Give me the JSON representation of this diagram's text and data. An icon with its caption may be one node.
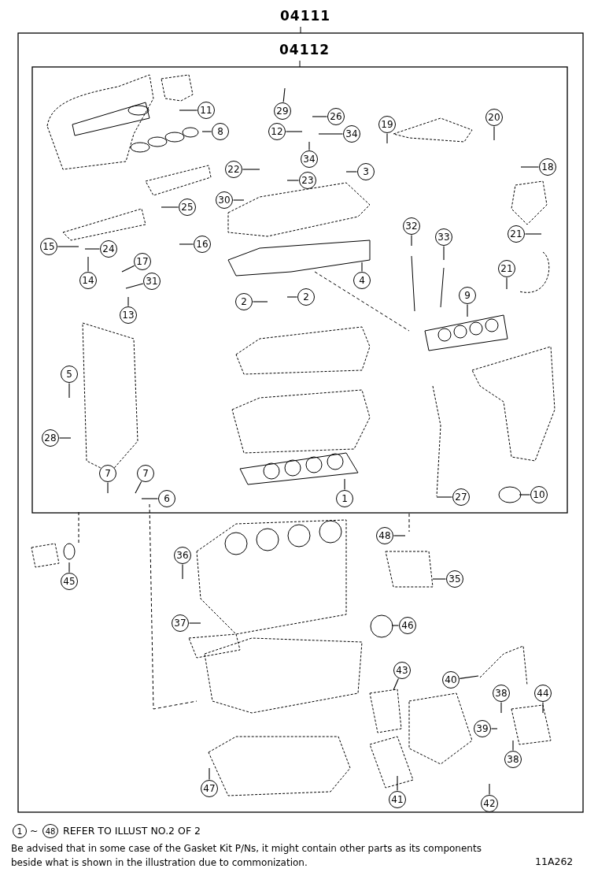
{
  "diagram": {
    "nodes": [
      {
        "text": [
          "04111"
        ]
      },
      {
        "text": [
          "04112"
        ],
        "in": 0
      },
      {
        "text": [
          "11"
        ],
        "in": 1
      },
      {
        "text": [
          "8"
        ],
        "in": 1
      },
      {
        "text": [
          "29"
        ],
        "in": 1
      },
      {
        "text": [
          "26"
        ],
        "in": 1
      },
      {
        "text": [
          "12"
        ],
        "in": 1
      },
      {
        "text": [
          "34"
        ],
        "in": 1
      },
      {
        "text": [
          "19"
        ],
        "in": 1
      },
      {
        "text": [
          "20"
        ],
        "in": 1
      },
      {
        "text": [
          "34"
        ],
        "in": 1
      },
      {
        "text": [
          "18"
        ],
        "in": 1
      },
      {
        "text": [
          "22"
        ],
        "in": 1
      },
      {
        "text": [
          "23"
        ],
        "in": 1
      },
      {
        "text": [
          "3"
        ],
        "in": 1
      },
      {
        "text": [
          "30"
        ],
        "in": 1
      },
      {
        "text": [
          "25"
        ],
        "in": 1
      },
      {
        "text": [
          "16"
        ],
        "in": 1
      },
      {
        "text": [
          "15"
        ],
        "in": 1
      },
      {
        "text": [
          "24"
        ],
        "in": 1
      },
      {
        "text": [
          "17"
        ],
        "in": 1
      },
      {
        "text": [
          "31"
        ],
        "in": 1
      },
      {
        "text": [
          "14"
        ],
        "in": 1
      },
      {
        "text": [
          "13"
        ],
        "in": 1
      },
      {
        "text": [
          "32"
        ],
        "in": 1
      },
      {
        "text": [
          "33"
        ],
        "in": 1
      },
      {
        "text": [
          "21"
        ],
        "in": 1
      },
      {
        "text": [
          "21"
        ],
        "in": 1
      },
      {
        "text": [
          "2"
        ],
        "in": 1
      },
      {
        "text": [
          "2"
        ],
        "in": 1
      },
      {
        "text": [
          "4"
        ],
        "in": 1
      },
      {
        "text": [
          "9"
        ],
        "in": 1
      },
      {
        "text": [
          "5"
        ],
        "in": 1
      },
      {
        "text": [
          "28"
        ],
        "in": 1
      },
      {
        "text": [
          "7"
        ],
        "in": 1
      },
      {
        "text": [
          "7"
        ],
        "in": 1
      },
      {
        "text": [
          "6"
        ],
        "in": 1
      },
      {
        "text": [
          "1"
        ],
        "in": 1
      },
      {
        "text": [
          "27"
        ],
        "in": 1
      },
      {
        "text": [
          "10"
        ],
        "in": 1
      },
      {
        "text": [
          "48"
        ],
        "in": 0
      },
      {
        "text": [
          "45"
        ],
        "in": 0
      },
      {
        "text": [
          "36"
        ],
        "in": 0
      },
      {
        "text": [
          "35"
        ],
        "in": 0
      },
      {
        "text": [
          "37"
        ],
        "in": 0
      },
      {
        "text": [
          "46"
        ],
        "in": 0
      },
      {
        "text": [
          "43"
        ],
        "in": 0
      },
      {
        "text": [
          "40"
        ],
        "in": 0
      },
      {
        "text": [
          "38"
        ],
        "in": 0
      },
      {
        "text": [
          "44"
        ],
        "in": 0
      },
      {
        "text": [
          "39"
        ],
        "in": 0
      },
      {
        "text": [
          "38"
        ],
        "in": 0
      },
      {
        "text": [
          "47"
        ],
        "in": 0
      },
      {
        "text": [
          "41"
        ],
        "in": 0
      },
      {
        "text": [
          "42"
        ],
        "in": 0
      }
    ],
    "edges": [
      {
        "from": 2,
        "to": null,
        "arrow": "none"
      },
      {
        "from": 3,
        "to": null,
        "arrow": "none"
      },
      {
        "from": 4,
        "to": null,
        "arrow": "none"
      },
      {
        "from": 5,
        "to": null,
        "arrow": "none"
      },
      {
        "from": 6,
        "to": null,
        "arrow": "none"
      },
      {
        "from": 7,
        "to": null,
        "arrow": "none"
      },
      {
        "from": 8,
        "to": null,
        "arrow": "none"
      },
      {
        "from": 9,
        "to": null,
        "arrow": "none"
      },
      {
        "from": 10,
        "to": null,
        "arrow": "none"
      },
      {
        "from": 11,
        "to": null,
        "arrow": "none"
      },
      {
        "from": 12,
        "to": null,
        "arrow": "none"
      },
      {
        "from": 13,
        "to": null,
        "arrow": "none"
      },
      {
        "from": 14,
        "to": null,
        "arrow": "none"
      },
      {
        "from": 15,
        "to": null,
        "arrow": "none"
      },
      {
        "from": 16,
        "to": null,
        "arrow": "none"
      },
      {
        "from": 17,
        "to": null,
        "arrow": "none"
      },
      {
        "from": 18,
        "to": null,
        "arrow": "none"
      },
      {
        "from": 19,
        "to": null,
        "arrow": "none"
      },
      {
        "from": 20,
        "to": null,
        "arrow": "none"
      },
      {
        "from": 21,
        "to": null,
        "arrow": "none"
      },
      {
        "from": 22,
        "to": null,
        "arrow": "none"
      },
      {
        "from": 23,
        "to": null,
        "arrow": "none"
      },
      {
        "from": 24,
        "to": null,
        "arrow": "none"
      },
      {
        "from": 25,
        "to": null,
        "arrow": "none"
      },
      {
        "from": 26,
        "to": null,
        "arrow": "none"
      },
      {
        "from": 27,
        "to": null,
        "arrow": "none"
      },
      {
        "from": 28,
        "to": null,
        "arrow": "none"
      },
      {
        "from": 29,
        "to": null,
        "arrow": "none"
      },
      {
        "from": 30,
        "to": null,
        "arrow": "none"
      },
      {
        "from": 31,
        "to": null,
        "arrow": "none"
      },
      {
        "from": 32,
        "to": null,
        "arrow": "none"
      },
      {
        "from": 33,
        "to": null,
        "arrow": "none"
      },
      {
        "from": 34,
        "to": null,
        "arrow": "none"
      },
      {
        "from": 35,
        "to": null,
        "arrow": "none"
      },
      {
        "from": 36,
        "to": null,
        "arrow": "none"
      },
      {
        "from": 37,
        "to": null,
        "arrow": "none"
      },
      {
        "from": 38,
        "to": null,
        "arrow": "none"
      },
      {
        "from": 39,
        "to": null,
        "arrow": "none"
      },
      {
        "from": 40,
        "to": null,
        "arrow": "none"
      },
      {
        "from": 41,
        "to": null,
        "arrow": "none"
      },
      {
        "from": 42,
        "to": null,
        "arrow": "none"
      },
      {
        "from": 43,
        "to": null,
        "arrow": "none"
      },
      {
        "from": 44,
        "to": null,
        "arrow": "none"
      },
      {
        "from": 45,
        "to": null,
        "arrow": "none"
      },
      {
        "from": 46,
        "to": null,
        "arrow": "none"
      },
      {
        "from": 47,
        "to": null,
        "arrow": "none"
      },
      {
        "from": 48,
        "to": null,
        "arrow": "none"
      },
      {
        "from": 49,
        "to": null,
        "arrow": "none"
      },
      {
        "from": 50,
        "to": null,
        "arrow": "none"
      },
      {
        "from": 51,
        "to": null,
        "arrow": "none"
      },
      {
        "from": 52,
        "to": null,
        "arrow": "none"
      },
      {
        "from": 53,
        "to": null,
        "arrow": "none"
      },
      {
        "from": 54,
        "to": null,
        "arrow": "none"
      }
    ],
    "labels": [
      "1",
      "~",
      "48",
      "REFER TO ILLUST NO.2 OF 2",
      "Be advised that in some case of the Gasket Kit P/Ns,  it might contain other parts as its components beside what is shown in the illustration due to commonization.",
      "11A262"
    ]
  }
}
